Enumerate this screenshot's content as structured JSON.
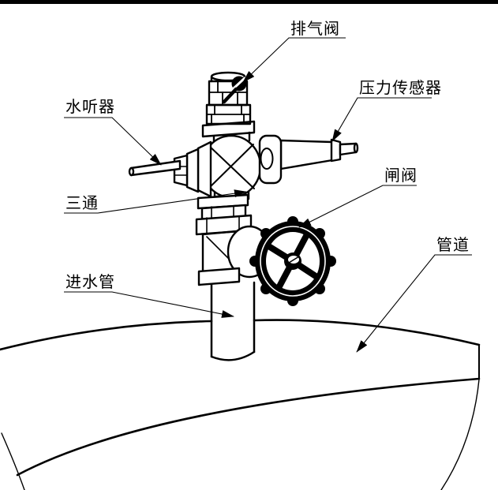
{
  "page": {
    "background_color": "#ffffff",
    "ink_color": "#000000",
    "top_bar_color": "#000000"
  },
  "labels": {
    "exhaust_valve": "排气阀",
    "hydrophone": "水听器",
    "pressure_sensor": "压力传感器",
    "tee": "三通",
    "gate_valve": "闸阀",
    "inlet_pipe": "进水管",
    "pipeline": "管道"
  }
}
